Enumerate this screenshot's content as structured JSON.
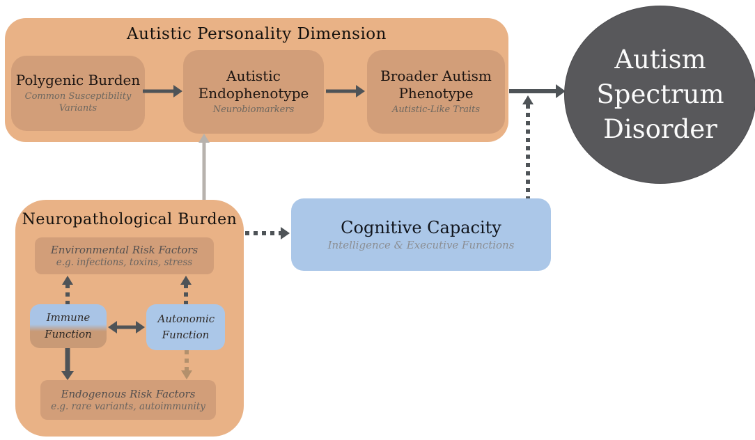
{
  "apd": {
    "title": "Autistic Personality Dimension",
    "polygenic": {
      "title": "Polygenic Burden",
      "subtitle": "Common Susceptibility Variants"
    },
    "endophenotype": {
      "title": "Autistic Endophenotype",
      "subtitle": "Neurobiomarkers"
    },
    "broader": {
      "title": "Broader Autism Phenotype",
      "subtitle": "Autistic-Like Traits"
    }
  },
  "asd": {
    "title": "Autism Spectrum Disorder"
  },
  "cognitive": {
    "title": "Cognitive Capacity",
    "subtitle": "Intelligence & Executive Functions"
  },
  "neuro": {
    "title": "Neuropathological Burden",
    "environmental": {
      "title": "Environmental Risk Factors",
      "subtitle": "e.g. infections, toxins, stress"
    },
    "immune": {
      "title": "Immune Function"
    },
    "autonomic": {
      "title": "Autonomic Function"
    },
    "endogenous": {
      "title": "Endogenous Risk Factors",
      "subtitle": "e.g. rare variants, autoimmunity"
    }
  },
  "colors": {
    "panel_orange": "#e9b286",
    "inner_orange": "#d29e79",
    "node_blue": "#abc7e8",
    "circle_gray": "#58585b",
    "arrow_dark": "#4e5357",
    "arrow_light_gray": "#b7b2ad",
    "arrow_tan": "#b3906c",
    "subtitle_gray": "#6d675f"
  }
}
